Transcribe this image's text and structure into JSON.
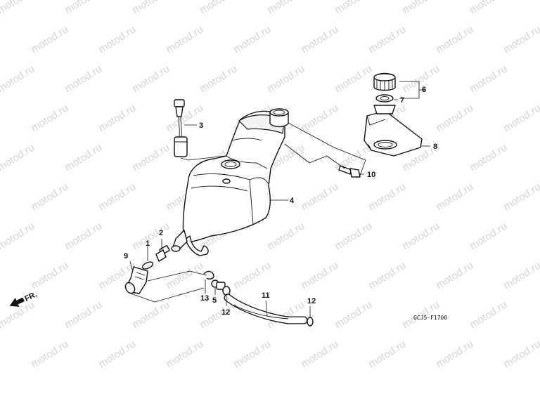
{
  "watermark": "motod.ru",
  "diagram_code": "GCJ5-F1700",
  "front_marker": "FR.",
  "callouts": [
    "6",
    "7",
    "3",
    "8",
    "10",
    "4",
    "2",
    "1",
    "9",
    "13",
    "5",
    "11",
    "12",
    "12"
  ]
}
